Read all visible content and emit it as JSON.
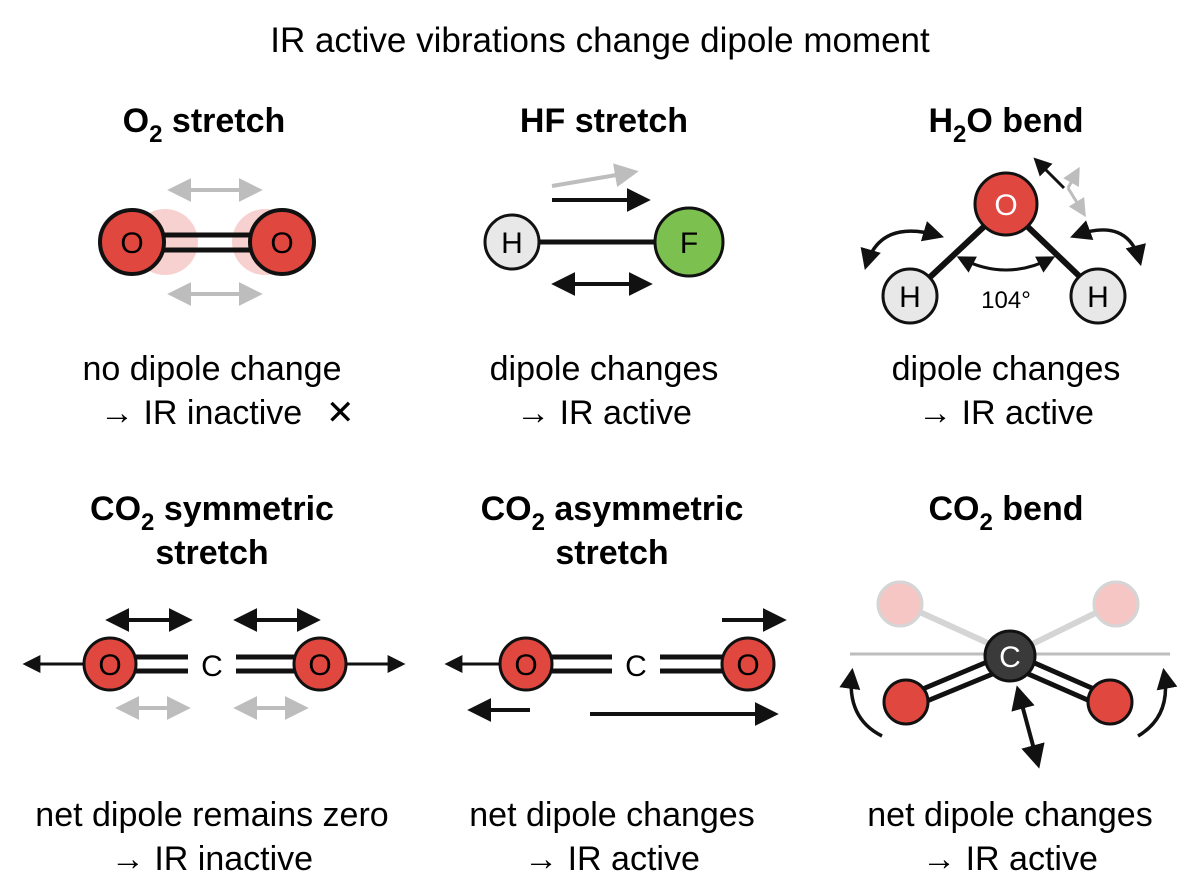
{
  "title": "IR active vibrations change dipole moment",
  "colors": {
    "oxygen": "#e0473f",
    "fluorine": "#7cc150",
    "hydrogen": "#e8e8e8",
    "carbon": "#3a3a3a",
    "ghost": "#bdbdbd",
    "bond": "#111111"
  },
  "panels": {
    "o2": {
      "title_main": "O",
      "title_sub": "2",
      "title_rest": " stretch",
      "atom_left": "O",
      "atom_right": "O",
      "caption_line1": "no dipole change",
      "caption_line2": "→ IR inactive",
      "cross_glyph": "✕"
    },
    "hf": {
      "title": "HF stretch",
      "atom_h": "H",
      "atom_f": "F",
      "caption_line1": "dipole changes",
      "caption_line2": "→ IR active"
    },
    "h2o": {
      "title_main": "H",
      "title_sub": "2",
      "title_rest": "O bend",
      "atom_o": "O",
      "atom_h_left": "H",
      "atom_h_right": "H",
      "angle": "104°",
      "caption_line1": "dipole changes",
      "caption_line2": "→ IR active"
    },
    "co2_sym": {
      "title_main": "CO",
      "title_sub": "2",
      "title_rest": " symmetric",
      "title_line2": "stretch",
      "atom_o_left": "O",
      "atom_c": "C",
      "atom_o_right": "O",
      "caption_line1": "net dipole remains zero",
      "caption_line2": "→ IR inactive"
    },
    "co2_asym": {
      "title_main": "CO",
      "title_sub": "2",
      "title_rest": " asymmetric",
      "title_line2": "stretch",
      "atom_o_left": "O",
      "atom_c": "C",
      "atom_o_right": "O",
      "caption_line1": "net dipole changes",
      "caption_line2": "→ IR active"
    },
    "co2_bend": {
      "title_main": "CO",
      "title_sub": "2",
      "title_rest": " bend",
      "atom_c": "C",
      "caption_line1": "net dipole changes",
      "caption_line2": "→ IR active"
    }
  }
}
